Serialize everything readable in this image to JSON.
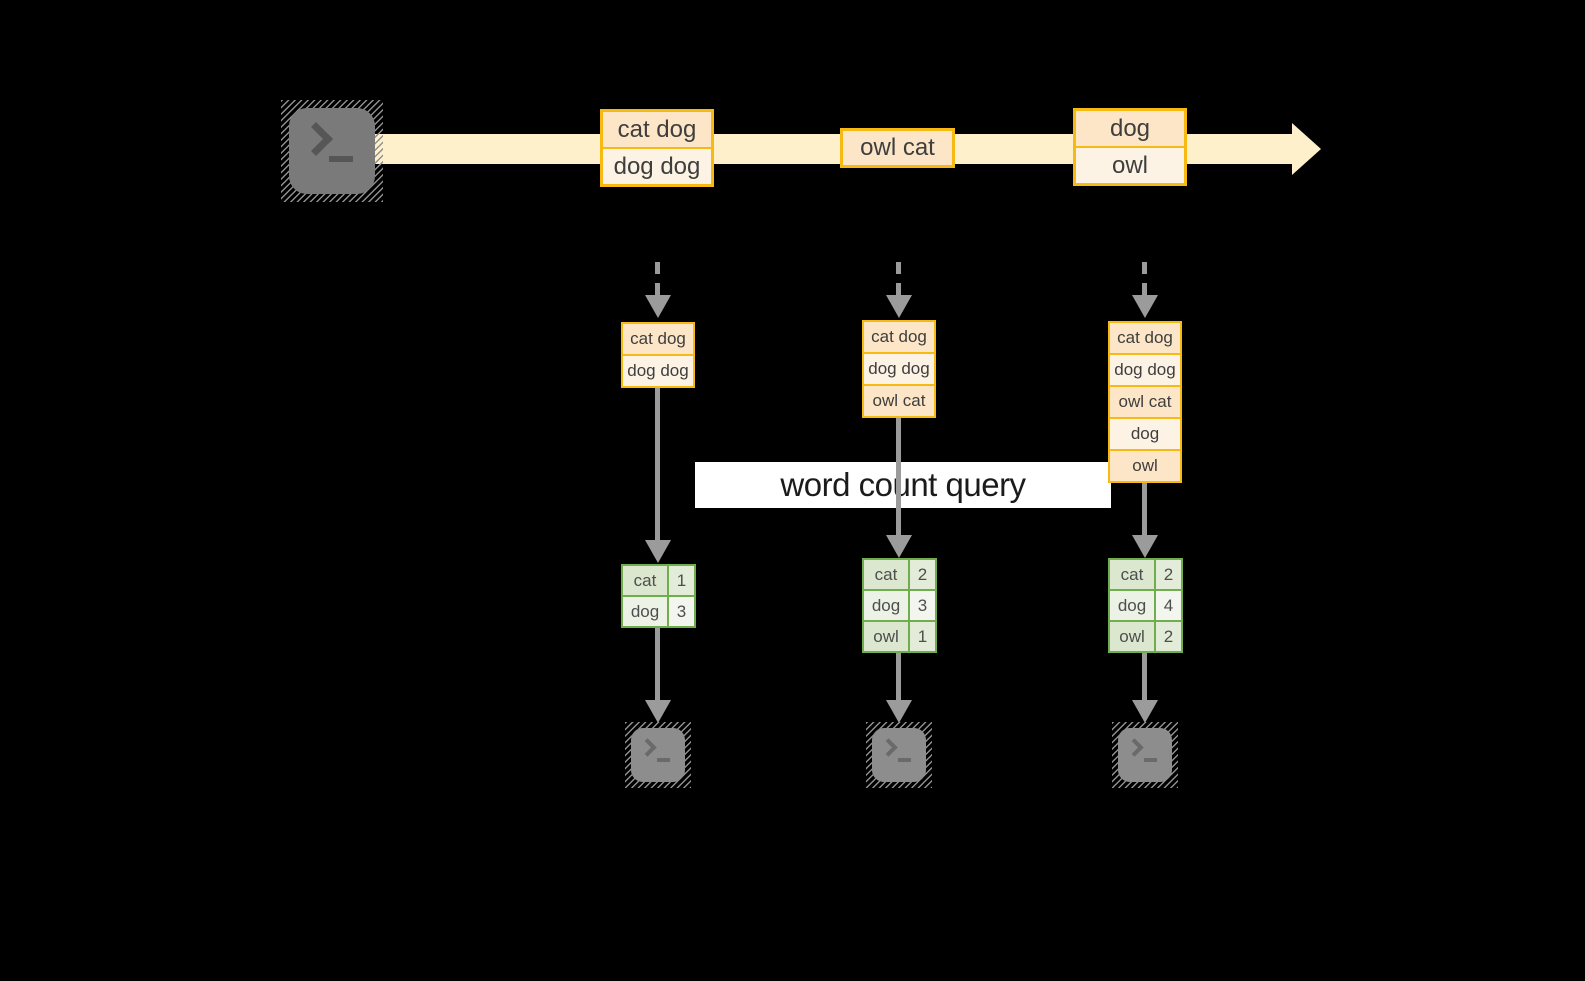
{
  "diagram": {
    "banner": {
      "label": "word count query"
    },
    "stream": {
      "source_icon": "terminal-icon",
      "sink_icon": "terminal-icon",
      "events": [
        {
          "lines": [
            "cat dog",
            "dog dog"
          ]
        },
        {
          "lines": [
            "owl cat"
          ]
        },
        {
          "lines": [
            "dog",
            "owl"
          ]
        }
      ]
    },
    "columns": [
      {
        "buffer": [
          "cat dog",
          "dog dog"
        ],
        "counts": [
          {
            "word": "cat",
            "count": "1"
          },
          {
            "word": "dog",
            "count": "3"
          }
        ]
      },
      {
        "buffer": [
          "cat dog",
          "dog dog",
          "owl cat"
        ],
        "counts": [
          {
            "word": "cat",
            "count": "2"
          },
          {
            "word": "dog",
            "count": "3"
          },
          {
            "word": "owl",
            "count": "1"
          }
        ]
      },
      {
        "buffer": [
          "cat dog",
          "dog dog",
          "owl cat",
          "dog",
          "owl"
        ],
        "counts": [
          {
            "word": "cat",
            "count": "2"
          },
          {
            "word": "dog",
            "count": "4"
          },
          {
            "word": "owl",
            "count": "2"
          }
        ]
      }
    ],
    "colors": {
      "band": "#fdf0cb",
      "event_border": "#f6ba12",
      "cell_peach": "#fce6c7",
      "cell_cream": "#fdf3e5",
      "table_border": "#70ad4c",
      "table_cell_dark": "#dbe7cf",
      "table_cell_light": "#edf2e6",
      "arrow_gray": "#9b9b9b",
      "banner_bg": "#ffffff",
      "background": "#000000"
    }
  }
}
